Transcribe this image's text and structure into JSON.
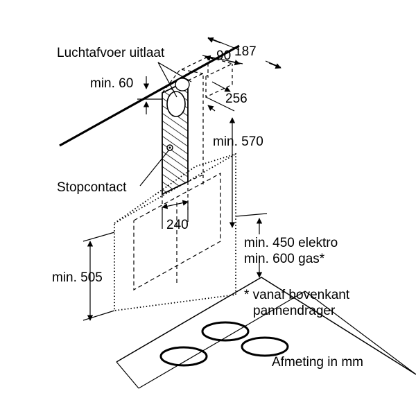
{
  "labels": {
    "exhaust_outlet": "Luchtafvoer uitlaat",
    "socket": "Stopcontact",
    "unit_note": "Afmeting in mm",
    "footnote_line1": "* vanaf bovenkant",
    "footnote_line2": "pannendrager"
  },
  "dimensions": {
    "d187": "187",
    "d90": "90",
    "d256": "256",
    "min60": "min. 60",
    "min570": "min. 570",
    "d240": "240",
    "min450": "min. 450 elektro",
    "min600": "min. 600 gas*",
    "min505": "min. 505"
  }
}
